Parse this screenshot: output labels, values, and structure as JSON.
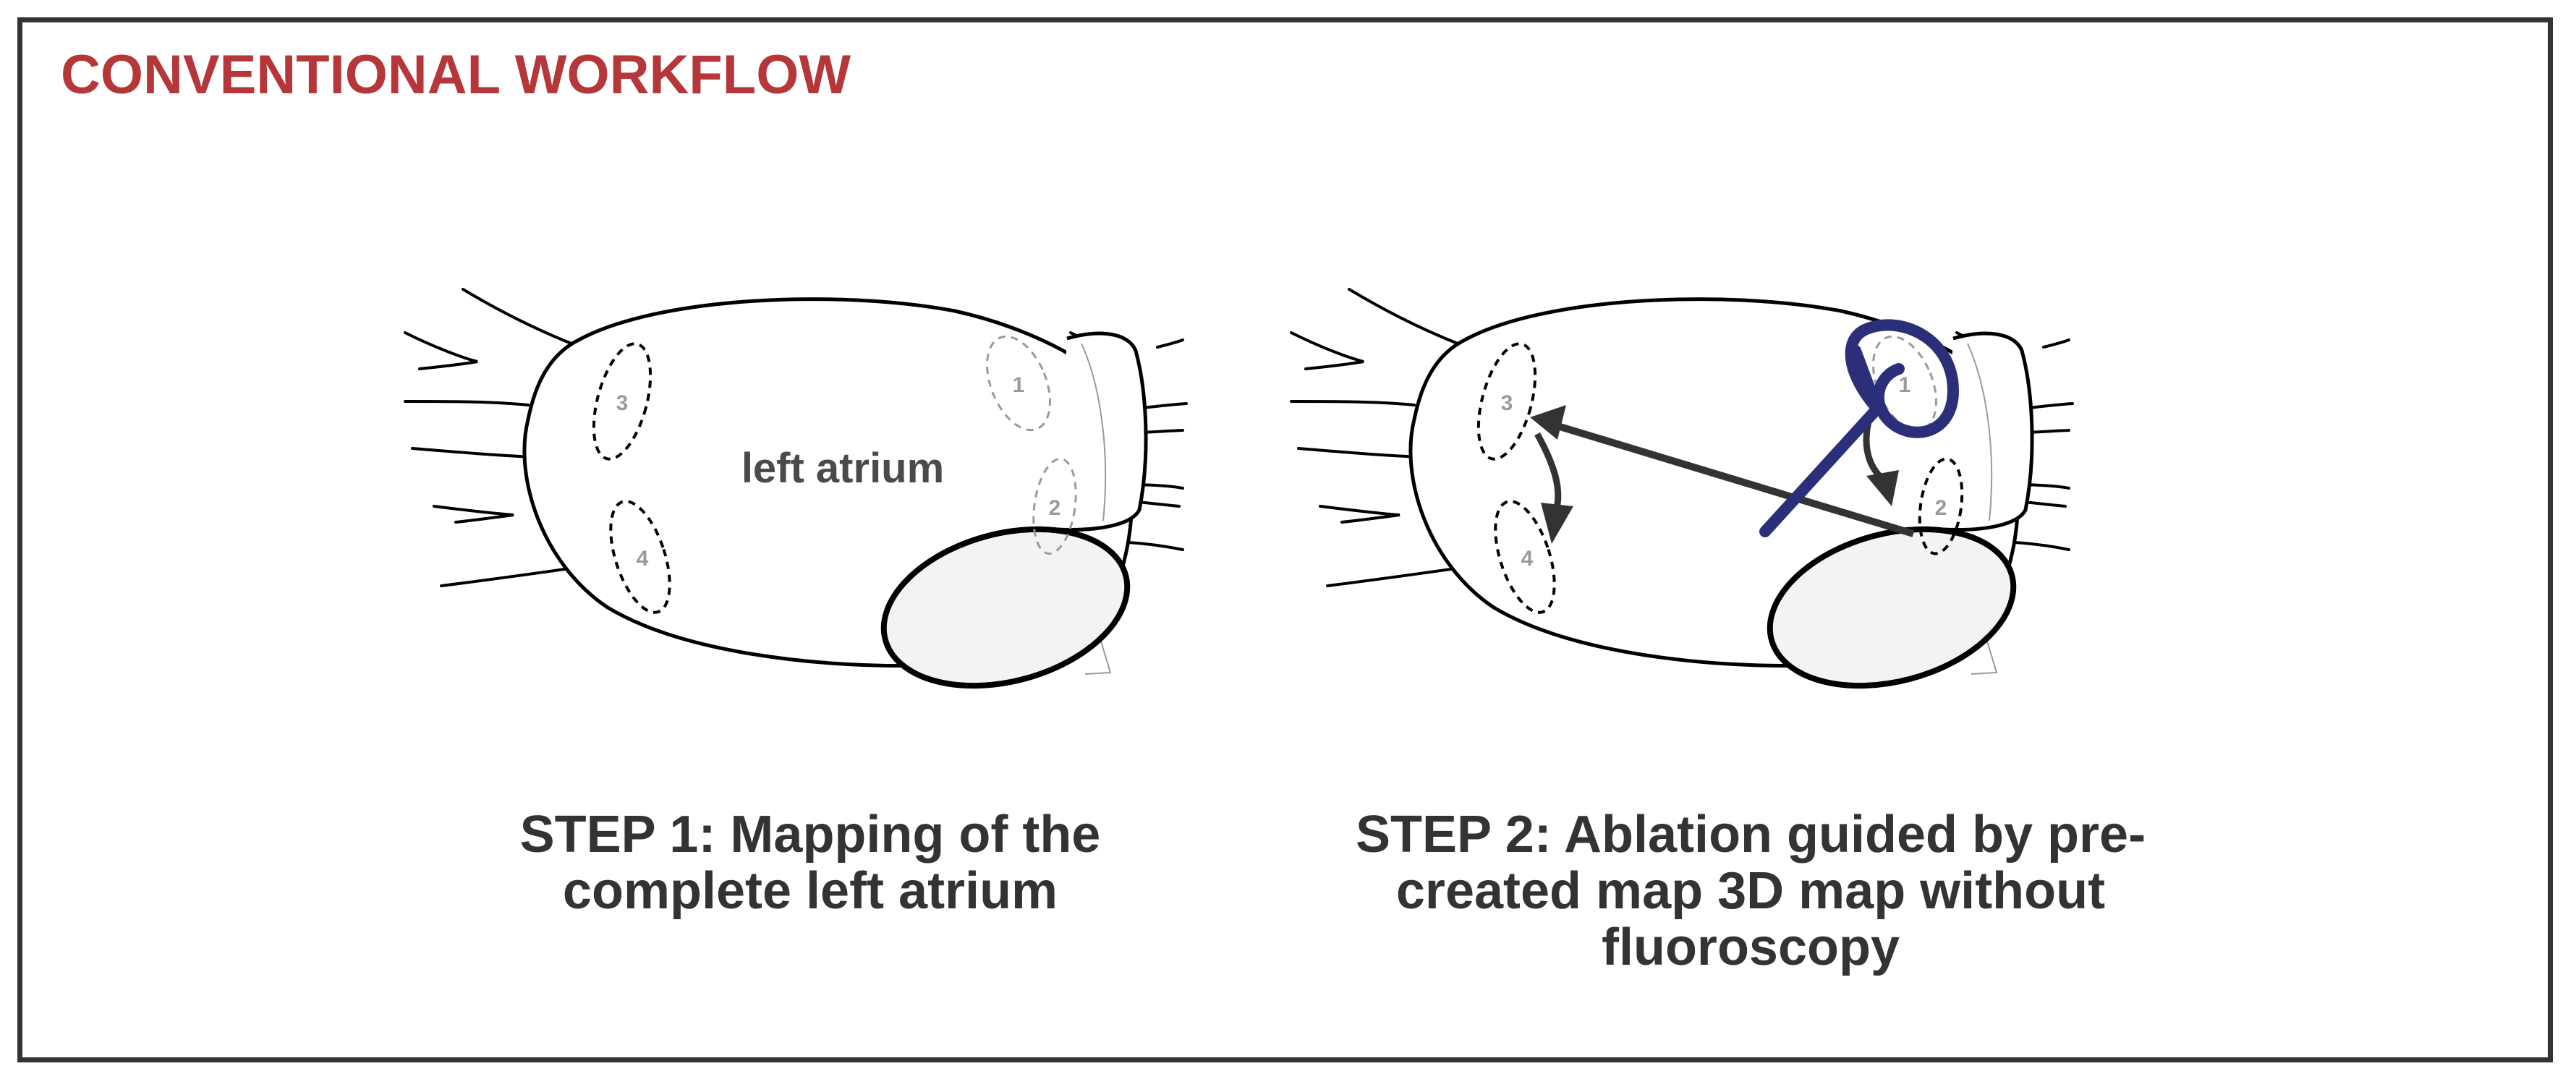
{
  "header": {
    "title": "CONVENTIONAL WORKFLOW"
  },
  "panel1": {
    "center_label": "left atrium",
    "vein_labels": [
      "1",
      "2",
      "3",
      "4"
    ],
    "caption": "STEP 1: Mapping of the\ncomplete left atrium"
  },
  "panel2": {
    "vein_labels": [
      "1",
      "2",
      "3",
      "4"
    ],
    "caption": "STEP 2: Ablation guided by pre-\ncreated map 3D map without\nfluoroscopy"
  },
  "colors": {
    "title": "#b5373a",
    "catheter": "#2b2f7a",
    "arrows": "#333333",
    "outline": "#000000"
  }
}
